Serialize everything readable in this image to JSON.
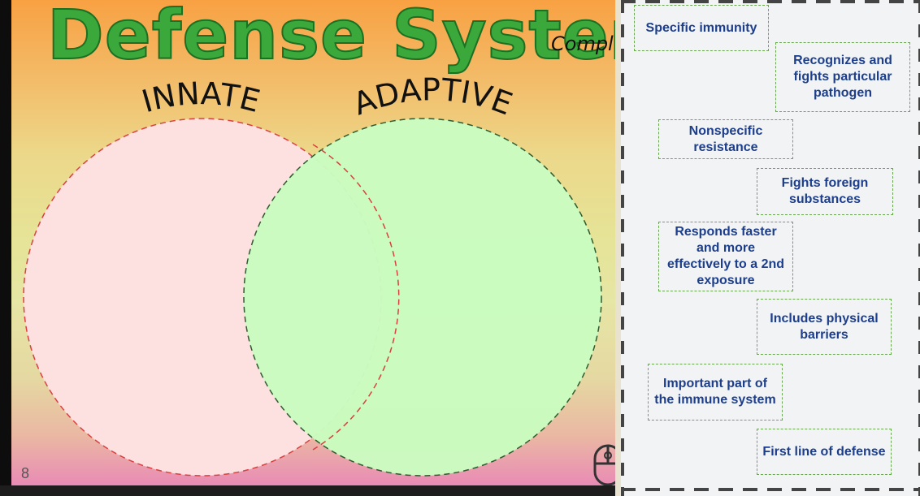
{
  "slide": {
    "title": "Defense Systems",
    "subtitle": "Compl",
    "innate_label": "INNATE",
    "adaptive_label": "ADAPTIVE",
    "page_number": "8"
  },
  "cards": [
    {
      "text": "Specific immunity"
    },
    {
      "text": "Recognizes and fights particular pathogen"
    },
    {
      "text": "Nonspecific resistance"
    },
    {
      "text": "Fights foreign substances"
    },
    {
      "text": "Responds faster and more effectively to a 2nd exposure"
    },
    {
      "text": "Includes physical barriers"
    },
    {
      "text": "Important part of the immune system"
    },
    {
      "text": "First line of defense"
    }
  ],
  "colors": {
    "title_green": "#3aa83a",
    "innate_fill": "#fde0e0",
    "adaptive_fill": "#c9fcc0",
    "card_text": "#1c3e8c",
    "card_border": "#6aa84f"
  },
  "icons": {
    "mouse": "mouse-icon"
  }
}
